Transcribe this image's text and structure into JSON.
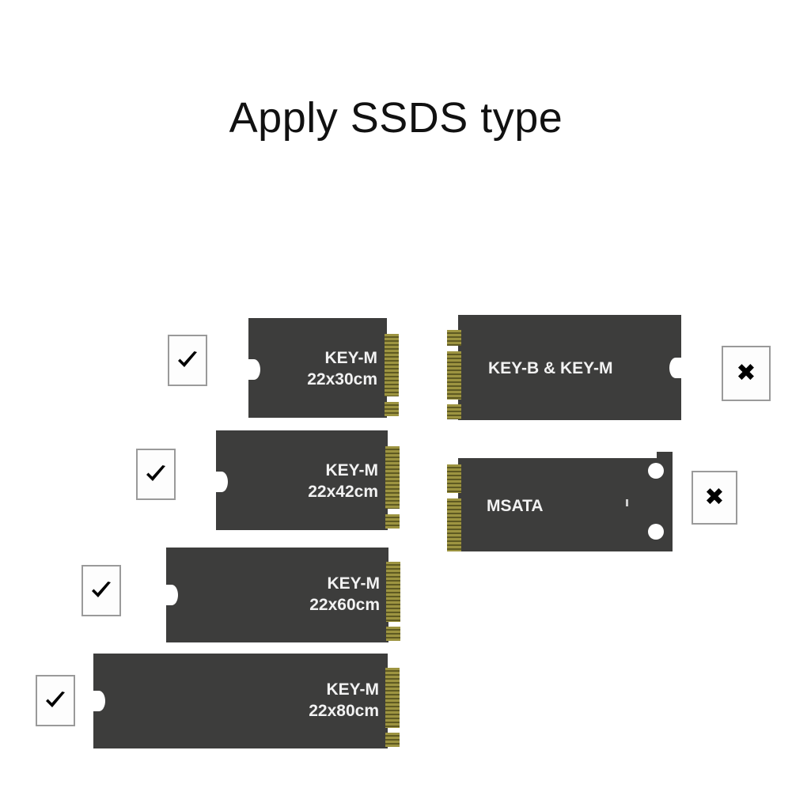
{
  "title": "Apply SSDS type",
  "marks": {
    "check_glyph": "check",
    "cross_glyph": "✖"
  },
  "supported_modules": [
    {
      "id": "key-m-2230",
      "key_label": "KEY-M",
      "size_label": "22x30cm",
      "mark": "check",
      "mark_label": "supported"
    },
    {
      "id": "key-m-2242",
      "key_label": "KEY-M",
      "size_label": "22x42cm",
      "mark": "check",
      "mark_label": "supported"
    },
    {
      "id": "key-m-2260",
      "key_label": "KEY-M",
      "size_label": "22x60cm",
      "mark": "check",
      "mark_label": "supported"
    },
    {
      "id": "key-m-2280",
      "key_label": "KEY-M",
      "size_label": "22x80cm",
      "mark": "check",
      "mark_label": "supported"
    }
  ],
  "unsupported_modules": [
    {
      "id": "key-b-and-key-m",
      "key_label": "KEY-B & KEY-M",
      "size_label": "",
      "mark": "cross",
      "mark_label": "not-supported"
    },
    {
      "id": "msata",
      "key_label": "MSATA",
      "size_label": "",
      "mark": "cross",
      "mark_label": "not-supported"
    }
  ],
  "colors": {
    "board": "#3d3d3c",
    "pins": "#8a8236",
    "background": "#ffffff",
    "box_border": "#9a9a9a",
    "text_on_board": "#f2f2f2",
    "title_text": "#111111"
  }
}
